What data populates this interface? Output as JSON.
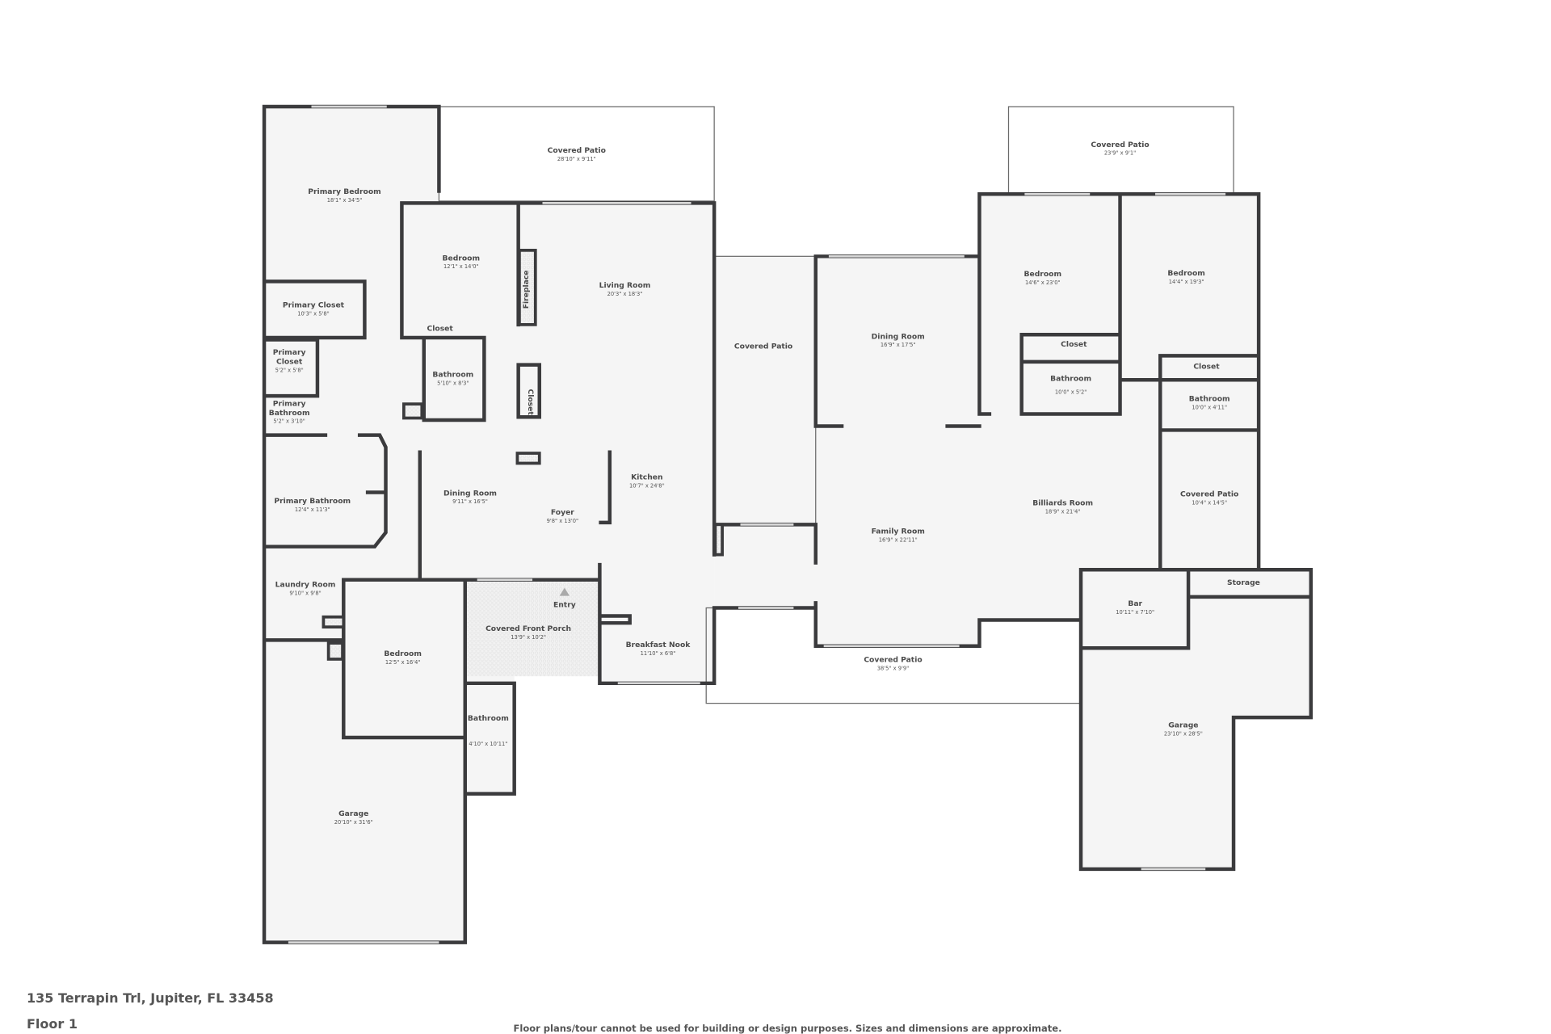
{
  "address": "135 Terrapin Trl, Jupiter, FL 33458",
  "floor_label": "Floor 1",
  "disclaimer": "Floor plans/tour cannot be used for building or design purposes. Sizes and dimensions are approximate.",
  "colors": {
    "wall": "#3b3b3d",
    "floor": "#f5f5f5",
    "patio": "#eeeeee",
    "text": "#4a4a4a"
  },
  "rooms": [
    {
      "name": "Covered Patio",
      "dims": "28'10\" x 9'11\""
    },
    {
      "name": "Primary Bedroom",
      "dims": "18'1\" x 34'5\""
    },
    {
      "name": "Bedroom",
      "dims": "12'1\" x 14'0\""
    },
    {
      "name": "Living Room",
      "dims": "20'3\" x 18'3\""
    },
    {
      "name": "Primary Closet",
      "dims": "10'3\" x 5'8\""
    },
    {
      "name": "Closet",
      "dims": ""
    },
    {
      "name": "Primary Closet",
      "name_lines": [
        "Primary",
        "Closet"
      ],
      "dims": "5'2\" x 5'8\""
    },
    {
      "name": "Bathroom",
      "dims": "5'10\" x 8'3\""
    },
    {
      "name": "Fireplace",
      "dims": ""
    },
    {
      "name": "Closet",
      "dims": ""
    },
    {
      "name": "Primary Bathroom",
      "name_lines": [
        "Primary",
        "Bathroom"
      ],
      "dims": "5'2\" x 3'10\""
    },
    {
      "name": "Primary Bathroom",
      "dims": "12'4\" x 11'3\""
    },
    {
      "name": "Dining Room",
      "dims": "9'11\" x 16'5\""
    },
    {
      "name": "Foyer",
      "dims": "9'8\" x 13'0\""
    },
    {
      "name": "Kitchen",
      "dims": "10'7\" x 24'8\""
    },
    {
      "name": "Laundry Room",
      "dims": "9'10\" x 9'8\""
    },
    {
      "name": "Entry",
      "dims": ""
    },
    {
      "name": "Covered Front Porch",
      "dims": "13'9\" x 10'2\""
    },
    {
      "name": "Breakfast Nook",
      "dims": "11'10\" x 6'8\""
    },
    {
      "name": "Bedroom",
      "dims": "12'5\" x 16'4\""
    },
    {
      "name": "Bathroom",
      "dims": "4'10\" x 10'11\""
    },
    {
      "name": "Garage",
      "dims": "20'10\" x 31'6\""
    },
    {
      "name": "Covered Patio",
      "dims": ""
    },
    {
      "name": "Dining Room",
      "dims": "16'9\" x 17'5\""
    },
    {
      "name": "Covered Patio",
      "dims": "23'9\" x 9'1\""
    },
    {
      "name": "Bedroom",
      "dims": "14'6\" x 23'0\""
    },
    {
      "name": "Bedroom",
      "dims": "14'4\" x 19'3\""
    },
    {
      "name": "Closet",
      "dims": ""
    },
    {
      "name": "Bathroom",
      "dims": "10'0\" x 5'2\""
    },
    {
      "name": "Closet",
      "dims": ""
    },
    {
      "name": "Bathroom",
      "dims": "10'0\" x 4'11\""
    },
    {
      "name": "Covered Patio",
      "dims": "10'4\" x 14'5\""
    },
    {
      "name": "Billiards Room",
      "dims": "18'9\" x 21'4\""
    },
    {
      "name": "Family Room",
      "dims": "16'9\" x 22'11\""
    },
    {
      "name": "Storage",
      "dims": ""
    },
    {
      "name": "Bar",
      "dims": "10'11\" x 7'10\""
    },
    {
      "name": "Covered Patio",
      "dims": "38'5\" x 9'9\""
    },
    {
      "name": "Garage",
      "dims": "23'10\" x 28'5\""
    }
  ]
}
